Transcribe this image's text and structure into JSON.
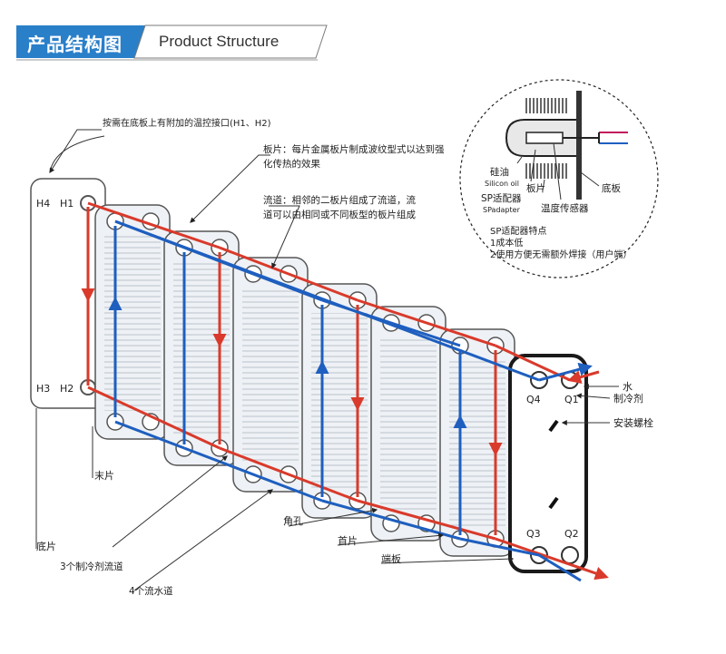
{
  "header": {
    "title_cn": "产品结构图",
    "title_en": "Product Structure"
  },
  "annotations": {
    "temp_port": "按需在底板上有附加的温控接口(H1、H2)",
    "plate_line1": "板片：每片金属板片制成波纹型式以达到强",
    "plate_line2": "化传热的效果",
    "channel_line1": "流道：相邻的二板片组成了流道，流",
    "channel_line2": "道可以由相同或不同板型的板片组成",
    "end_plate": "末片",
    "base_plate": "底片",
    "refrigerant_channels": "3个制冷剂流道",
    "water_channels": "4个流水道",
    "corner_hole": "角孔",
    "first_plate": "首片",
    "end_board": "端板",
    "water": "水",
    "refrigerant": "制冷剂",
    "mounting_bolt": "安装螺栓"
  },
  "port_labels": {
    "h4": "H4",
    "h1": "H1",
    "h3": "H3",
    "h2": "H2",
    "q4": "Q4",
    "q1": "Q1",
    "q3": "Q3",
    "q2": "Q2"
  },
  "inset": {
    "silicon_oil_cn": "硅油",
    "silicon_oil_en": "Silicon oil",
    "plate": "板片",
    "base": "底板",
    "sp_adapter_cn": "SP适配器",
    "sp_adapter_en": "SPadapter",
    "temp_sensor": "温度传感器",
    "features_title": "SP适配器特点",
    "feature_1": "1成本低",
    "feature_2": "2使用方便无需额外焊接（用户端）"
  },
  "colors": {
    "banner_blue": "#2a7fc9",
    "hot_red": "#d93a2b",
    "cold_blue": "#1e5fbf",
    "plate_outline": "#555555",
    "plate_fill": "#eef1f5"
  }
}
